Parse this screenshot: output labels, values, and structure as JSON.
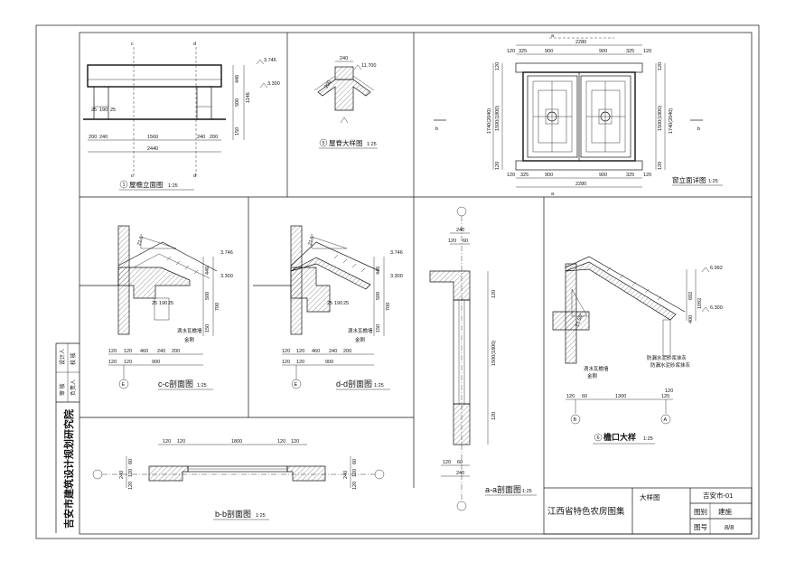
{
  "institute": "吉安市建筑设计规划研究院",
  "side_labels": {
    "design": "设计人",
    "check": "校 核",
    "review": "审 核",
    "person": "负责人"
  },
  "title_block": {
    "atlas": "江西省特色农房图集",
    "sheet_name": "大样图",
    "code": "吉安市-01",
    "category_label": "图别",
    "category_value": "建施",
    "number_label": "图号",
    "number_value": "8/8"
  },
  "drawings": [
    {
      "id": "1",
      "caption": "屋檐立面图",
      "scale": "1:25"
    },
    {
      "id": "5",
      "caption": "屋脊大样图",
      "scale": "1:25"
    },
    {
      "id": "",
      "caption": "窗立面详图",
      "scale": "1:25"
    },
    {
      "id": "",
      "caption": "c-c剖面图",
      "scale": "1:25"
    },
    {
      "id": "",
      "caption": "d-d剖面图",
      "scale": "1:25"
    },
    {
      "id": "",
      "caption": "a-a剖面图",
      "scale": "1:25"
    },
    {
      "id": "6",
      "caption": "檐口大样",
      "scale": "1:25"
    },
    {
      "id": "",
      "caption": "b-b剖面图",
      "scale": "1:25"
    }
  ],
  "section_marks": {
    "c": "c",
    "d": "d",
    "a": "a",
    "b": "b"
  },
  "axis_labels": {
    "E": "E",
    "B": "B",
    "A": "A"
  },
  "levels": {
    "l1": "3.746",
    "l2": "3.300",
    "l3": "11.700",
    "l4": "6.992",
    "l5": "6.300"
  },
  "eave_dims": {
    "top": [
      "200",
      "240",
      "1560",
      "240",
      "200"
    ],
    "total": "2440",
    "small": [
      "25",
      "190",
      "25"
    ],
    "vertical": [
      "446",
      "500",
      "150",
      "1146"
    ]
  },
  "ridge_dims": {
    "width": "240",
    "slope": "200"
  },
  "window_dims": {
    "top": [
      "120",
      "325",
      "900",
      "900",
      "325",
      "120"
    ],
    "overall": "2280",
    "vertical_left": [
      "120",
      "1500(1800)",
      "120",
      "1740(2040)"
    ],
    "vertical_right": [
      "120",
      "1500(1800)",
      "120",
      "1740(2040)"
    ]
  },
  "section_dims": {
    "row1": [
      "120",
      "120",
      "460",
      "240",
      "200"
    ],
    "row2": [
      "120",
      "120",
      "900"
    ],
    "vertical": [
      "446",
      "500",
      "700",
      "150"
    ],
    "small": [
      "25",
      "190",
      "25"
    ],
    "slope": "21.5°",
    "notes": [
      "滴水瓦檐墙",
      "金刚"
    ]
  },
  "aa_dims": {
    "top": [
      "240",
      "120",
      "60"
    ],
    "vertical": [
      "120",
      "1500(1800)",
      "120"
    ],
    "bottom": [
      "120",
      "60",
      "240"
    ]
  },
  "eave_detail": {
    "dims": [
      "120",
      "60",
      "1300",
      "120",
      "120"
    ],
    "vertical": [
      "692",
      "400",
      "1092"
    ],
    "slope": "21.50°",
    "notes": [
      "防漏水泥砂浆抹灰",
      "滴水瓦檐墙",
      "金刚"
    ]
  },
  "bb_dims": {
    "top": [
      "120",
      "120",
      "1800",
      "120",
      "120"
    ],
    "side_left": [
      "60",
      "120",
      "240",
      "120"
    ],
    "side_right": [
      "60",
      "120",
      "240",
      "120"
    ]
  }
}
